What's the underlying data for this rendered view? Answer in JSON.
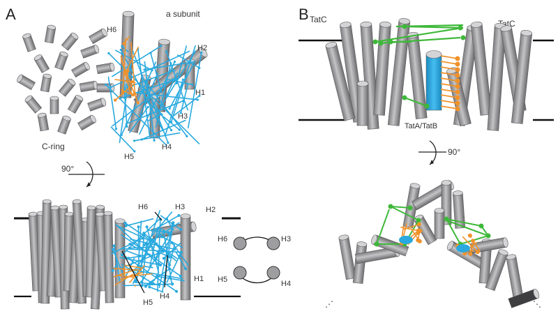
{
  "panelA": {
    "letter": "A",
    "top": {
      "subunit_label": "a subunit",
      "ring_label": "C-ring",
      "helices": [
        "H6",
        "H2",
        "H1",
        "H3",
        "H4",
        "H5"
      ]
    },
    "rotation": "90°",
    "bottom": {
      "helices": [
        "H6",
        "H3",
        "H2",
        "H1",
        "H5",
        "H4"
      ]
    },
    "schematic": {
      "labels": [
        "H6",
        "H3",
        "H5",
        "H4"
      ]
    }
  },
  "panelB": {
    "letter": "B",
    "tatc_left": "TatC",
    "tatc_right": "TatC",
    "center_label": "TatA/TatB",
    "rotation": "90°",
    "dots_left": "⋰",
    "dots_right": "⋱"
  },
  "colors": {
    "helix": "#a9a9ab",
    "helix_dark": "#6f6f72",
    "crosslink_blue": "#29a9df",
    "crosslink_orange": "#f0922b",
    "crosslink_green": "#3fb83a",
    "membrane": "#111111"
  }
}
